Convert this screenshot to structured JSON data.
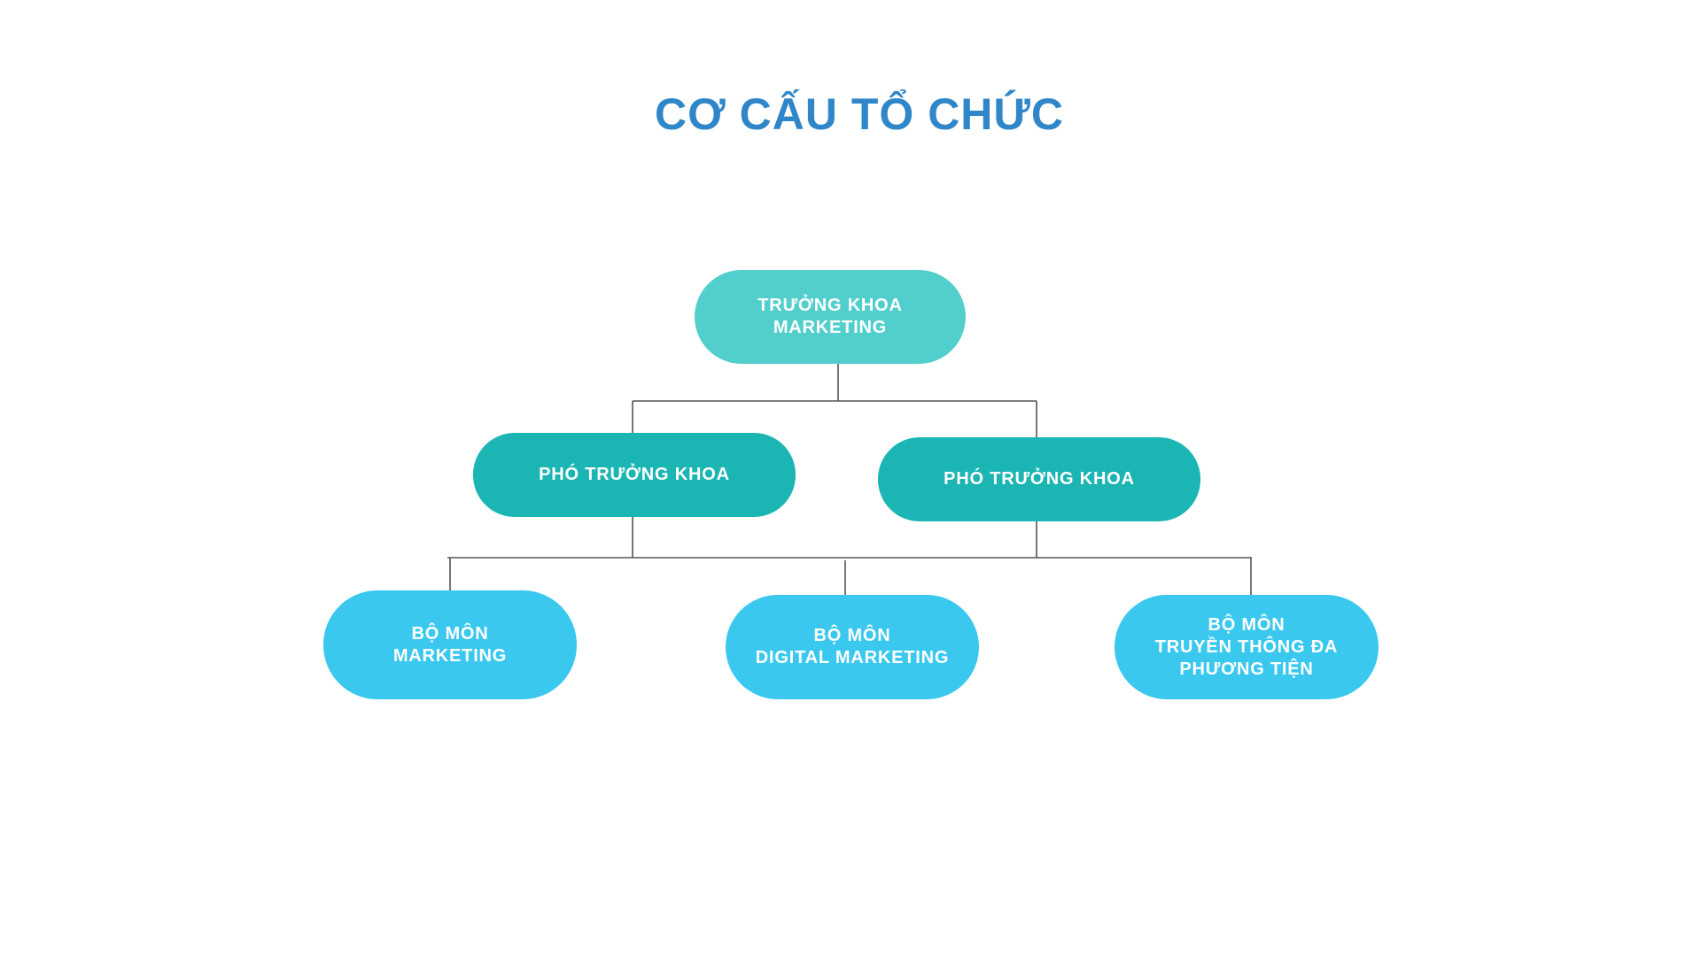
{
  "title": "CƠ CẤU TỔ CHỨC",
  "colors": {
    "title": "#2f86c8",
    "root": "#52cfcd",
    "vice": "#1bb5b3",
    "dept": "#3ac8ef",
    "connector": "#555555"
  },
  "nodes": {
    "root": "TRƯỞNG KHOA\nMARKETING",
    "vice_1": "PHÓ TRƯỞNG KHOA",
    "vice_2": "PHÓ TRƯỞNG KHOA",
    "dept_1": "BỘ MÔN\nMARKETING",
    "dept_2": "BỘ MÔN\nDIGITAL MARKETING",
    "dept_3": "BỘ MÔN\nTRUYỀN THÔNG ĐA\nPHƯƠNG TIỆN"
  }
}
